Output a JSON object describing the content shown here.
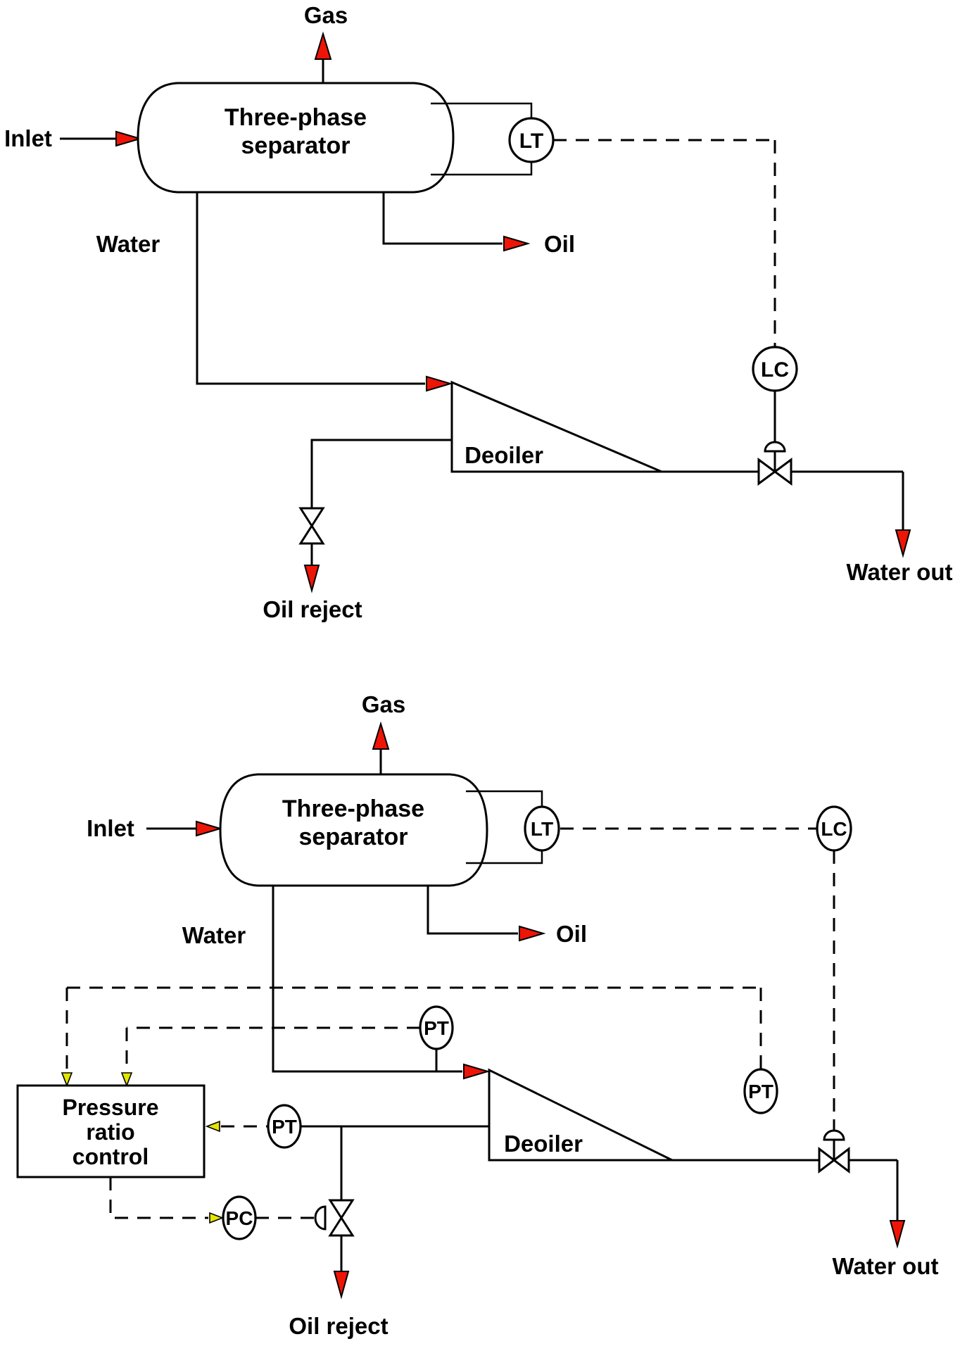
{
  "colors": {
    "background": "#ffffff",
    "line": "#000000",
    "red_arrow": "#ee1507",
    "signal_arrow": "#e3e600"
  },
  "top": {
    "labels": {
      "gas": "Gas",
      "inlet": "Inlet",
      "vessel_line1": "Three-phase",
      "vessel_line2": "separator",
      "water": "Water",
      "oil": "Oil",
      "deoiler": "Deoiler",
      "oil_reject": "Oil reject",
      "water_out": "Water out"
    },
    "instruments": {
      "level_transmitter": "LT",
      "level_controller": "LC"
    }
  },
  "bottom": {
    "labels": {
      "gas": "Gas",
      "inlet": "Inlet",
      "vessel_line1": "Three-phase",
      "vessel_line2": "separator",
      "water": "Water",
      "oil": "Oil",
      "deoiler": "Deoiler",
      "oil_reject": "Oil reject",
      "water_out": "Water out"
    },
    "instruments": {
      "level_transmitter": "LT",
      "level_controller": "LC",
      "pressure_transmitter_inlet": "PT",
      "pressure_transmitter_reject": "PT",
      "pressure_transmitter_outlet": "PT",
      "pressure_controller": "PC"
    },
    "controller_box": {
      "line1": "Pressure",
      "line2": "ratio",
      "line3": "control"
    }
  }
}
